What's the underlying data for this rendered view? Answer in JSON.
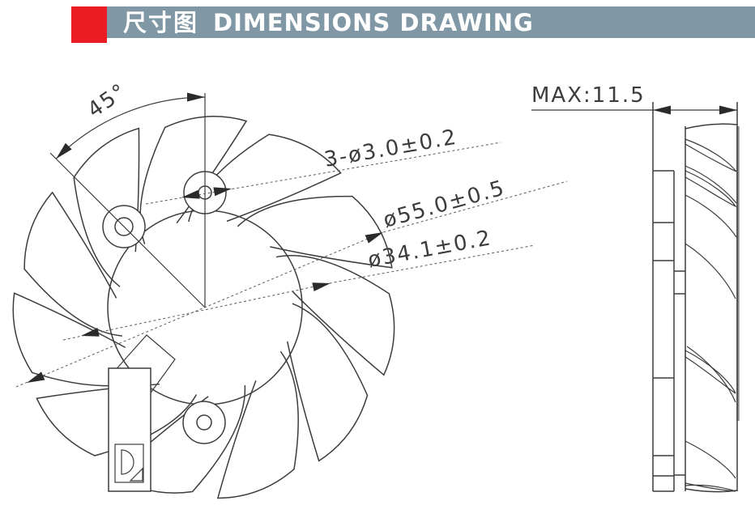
{
  "header": {
    "title_cn": "尺寸图",
    "title_en": "DIMENSIONS DRAWING",
    "accent_color": "#ec1c24",
    "banner_color": "#8097a6",
    "text_color": "#ffffff"
  },
  "drawing": {
    "line_color": "#3c3c3c",
    "labels": {
      "angle": "45°",
      "holes": "3-ø3.0±0.2",
      "outer_diameter": "ø55.0±0.5",
      "mount_circle_diameter": "ø34.1±0.2",
      "thickness": "MAX:11.5"
    }
  }
}
